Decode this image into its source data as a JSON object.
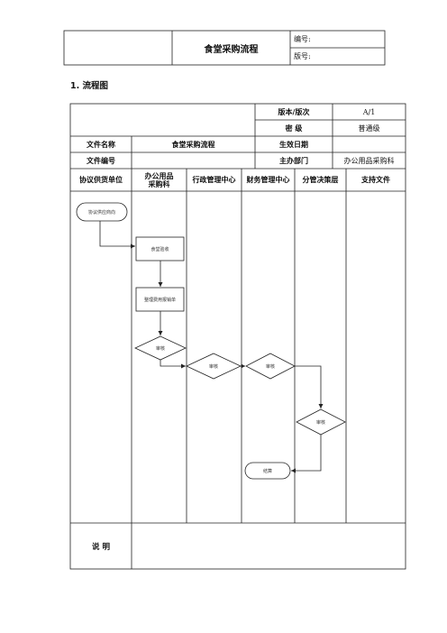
{
  "header": {
    "title": "食堂采购流程",
    "number_label": "编号:",
    "version_label": "版号:"
  },
  "section_title": "1.  流程图",
  "info": {
    "version_label": "版本/版次",
    "version_value": "A/1",
    "secret_label": "密      级",
    "secret_value": "普通级",
    "filename_label": "文件名称",
    "filename_value": "食堂采购流程",
    "effective_label": "生效日期",
    "effective_value": "",
    "fileno_label": "文件编号",
    "fileno_value": "",
    "dept_label": "主办部门",
    "dept_value": "办公用品采购科"
  },
  "lanes": [
    "协议供货单位",
    "办公用品\n采购科",
    "行政管理中心",
    "财务管理中心",
    "分管决策层",
    "支持文件"
  ],
  "steps": {
    "start": "协议供应商向",
    "receive": "食堂验收",
    "collect": "整理费用报销单",
    "review1": "审核",
    "review2": "审核",
    "review3": "审核",
    "approve": "审核",
    "end": "结算"
  },
  "notes_label": "说  明",
  "notes_value": ""
}
